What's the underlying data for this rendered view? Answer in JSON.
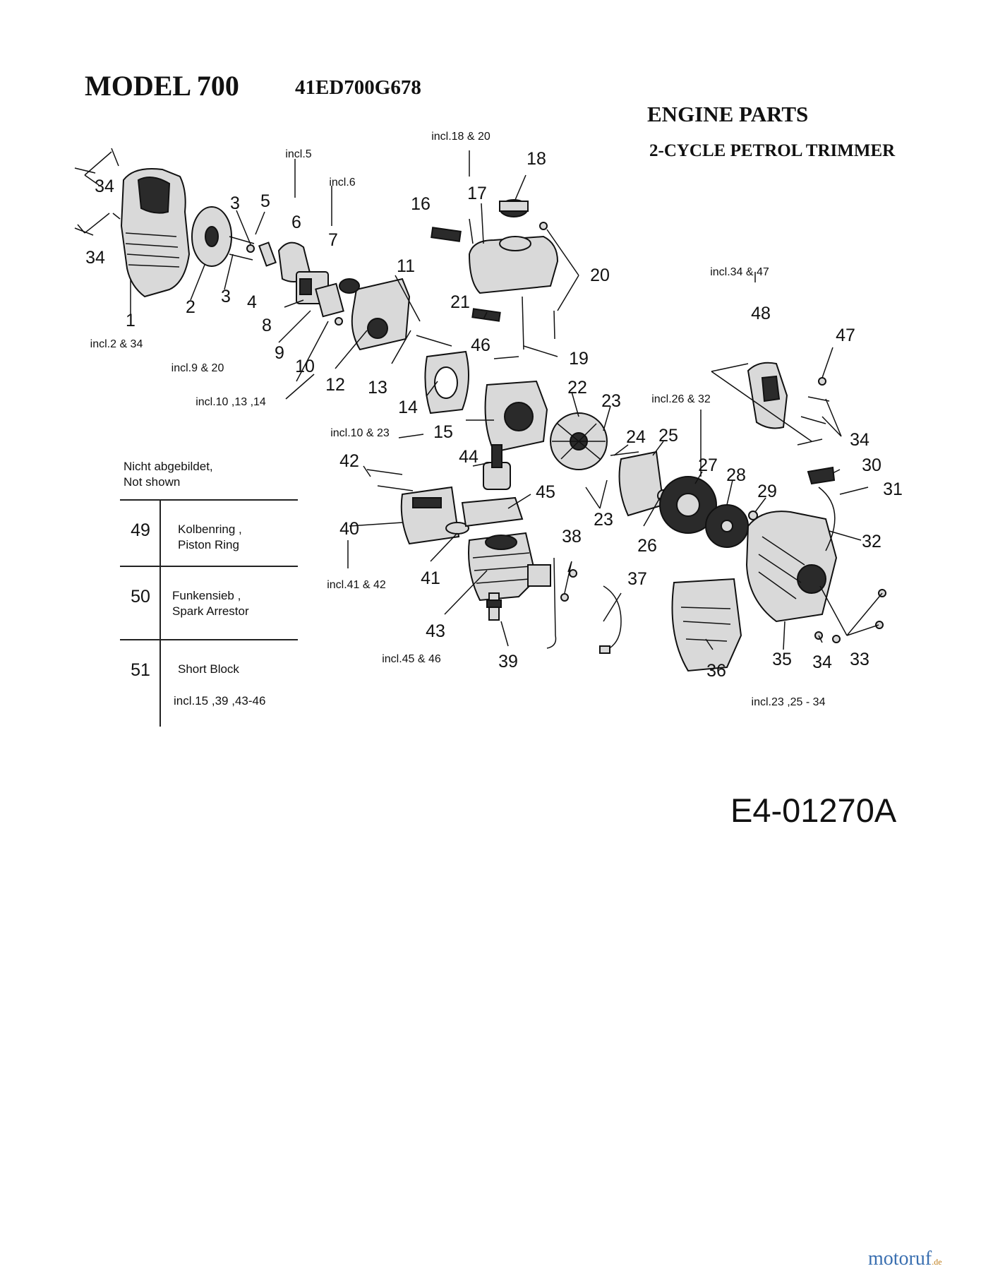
{
  "header": {
    "model_title": "MODEL 700",
    "model_number": "41ED700G678",
    "section_title": "ENGINE PARTS",
    "product_title": "2-CYCLE PETROL TRIMMER"
  },
  "callouts": {
    "c1": "1",
    "c2": "2",
    "c3a": "3",
    "c3b": "3",
    "c4": "4",
    "c5": "5",
    "c6": "6",
    "c7": "7",
    "c8": "8",
    "c9": "9",
    "c10": "10",
    "c11": "11",
    "c12": "12",
    "c13": "13",
    "c14": "14",
    "c15": "15",
    "c16": "16",
    "c17": "17",
    "c18": "18",
    "c19": "19",
    "c20": "20",
    "c21": "21",
    "c22": "22",
    "c23a": "23",
    "c23b": "23",
    "c24": "24",
    "c25": "25",
    "c26": "26",
    "c27": "27",
    "c28": "28",
    "c29": "29",
    "c30": "30",
    "c31": "31",
    "c32": "32",
    "c33": "33",
    "c34a": "34",
    "c34b": "34",
    "c34c": "34",
    "c34d": "34",
    "c35": "35",
    "c36": "36",
    "c37": "37",
    "c38": "38",
    "c39": "39",
    "c40": "40",
    "c41": "41",
    "c42": "42",
    "c43": "43",
    "c44": "44",
    "c45": "45",
    "c46": "46",
    "c47": "47",
    "c48": "48"
  },
  "notes": {
    "n1": "incl.2 & 34",
    "n5": "incl.5",
    "n6": "incl.6",
    "n8": "incl.9 & 20",
    "n10": "incl.10 ,13 ,14",
    "n17": "incl.18 & 20",
    "n15": "incl.10 & 23",
    "n48": "incl.34 & 47",
    "n27": "incl.26 & 32",
    "n40": "incl.41 & 42",
    "n43": "incl.45 & 46",
    "n35": "incl.23 ,25 - 34"
  },
  "not_shown": {
    "title_de": "Nicht abgebildet,",
    "title_en": "Not shown",
    "rows": [
      {
        "number": "49",
        "de": "Kolbenring ,",
        "en": "Piston Ring",
        "sub": ""
      },
      {
        "number": "50",
        "de": "Funkensieb ,",
        "en": "Spark Arrestor",
        "sub": ""
      },
      {
        "number": "51",
        "de": "Short Block",
        "en": "",
        "sub": "incl.15 ,39 ,43-46"
      }
    ]
  },
  "drawing_code": "E4-01270A",
  "watermark": {
    "name": "motoruf",
    "tld": ".de"
  }
}
